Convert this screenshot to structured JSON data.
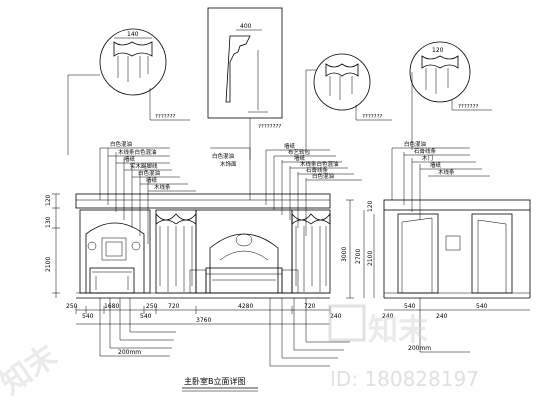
{
  "drawing": {
    "title": "主卧室B立面详图",
    "detail_dims": {
      "d1": "140",
      "d2": "400",
      "d3": "120"
    },
    "detail_labels": [
      "???????",
      "????????",
      "???????",
      "???????"
    ],
    "vertical_dims": [
      "120",
      "130",
      "2100",
      "3000",
      "2700",
      "2100",
      "120"
    ],
    "horizontal_dims": [
      "250",
      "540",
      "1680",
      "540",
      "250",
      "720",
      "4280",
      "720",
      "240",
      "240",
      "240",
      "540",
      "540"
    ],
    "bottom_dims": [
      "3760",
      "200mm",
      "200mm"
    ],
    "left_callouts": [
      "白色混油",
      "木线条白色混油",
      "墙纸",
      "实木踢脚线",
      "白色混油",
      "墙纸",
      "木线条"
    ],
    "center_callouts": [
      "白色混油",
      "木饰面",
      "墙纸",
      "布艺软包",
      "墙纸",
      "木线条白色混油",
      "石膏线条",
      "白色混油"
    ],
    "right_callouts": [
      "白色混油",
      "石膏线条",
      "木门",
      "墙纸",
      "木线条"
    ]
  },
  "watermark": {
    "site": "知末",
    "id_text": "ID: 180828197"
  },
  "colors": {
    "line": "#000000",
    "watermark": "#d9d9d9"
  }
}
